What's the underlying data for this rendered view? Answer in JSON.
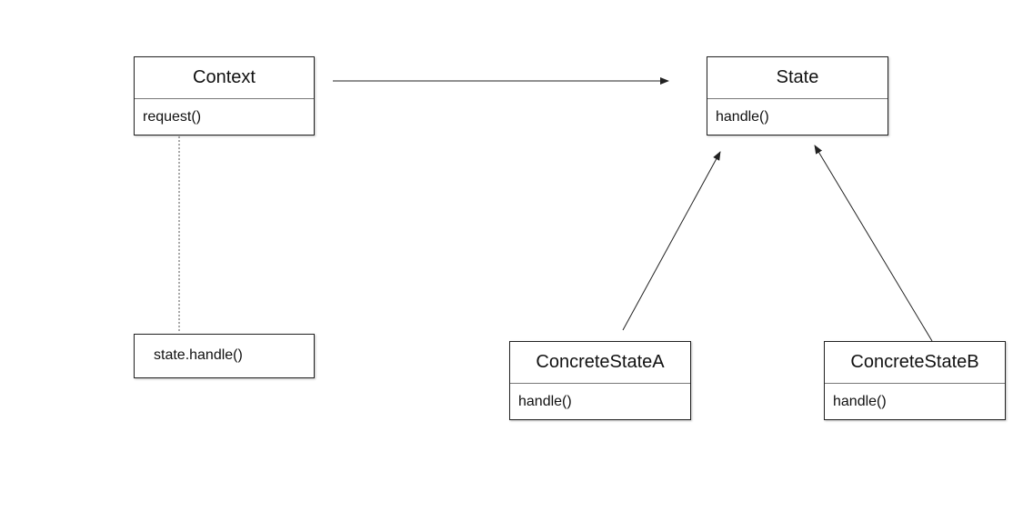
{
  "diagram": {
    "classes": {
      "context": {
        "name": "Context",
        "method": "request()"
      },
      "state": {
        "name": "State",
        "method": "handle()"
      },
      "concrete_a": {
        "name": "ConcreteStateA",
        "method": "handle()"
      },
      "concrete_b": {
        "name": "ConcreteStateB",
        "method": "handle()"
      }
    },
    "note": {
      "text": "state.handle()"
    },
    "relations": [
      {
        "from": "Context",
        "to": "State",
        "kind": "association"
      },
      {
        "from": "ConcreteStateA",
        "to": "State",
        "kind": "inheritance"
      },
      {
        "from": "ConcreteStateB",
        "to": "State",
        "kind": "inheritance"
      },
      {
        "from": "Context",
        "to": "state.handle()",
        "kind": "note-link"
      }
    ],
    "colors": {
      "line": "#222222",
      "background": "#ffffff"
    }
  }
}
